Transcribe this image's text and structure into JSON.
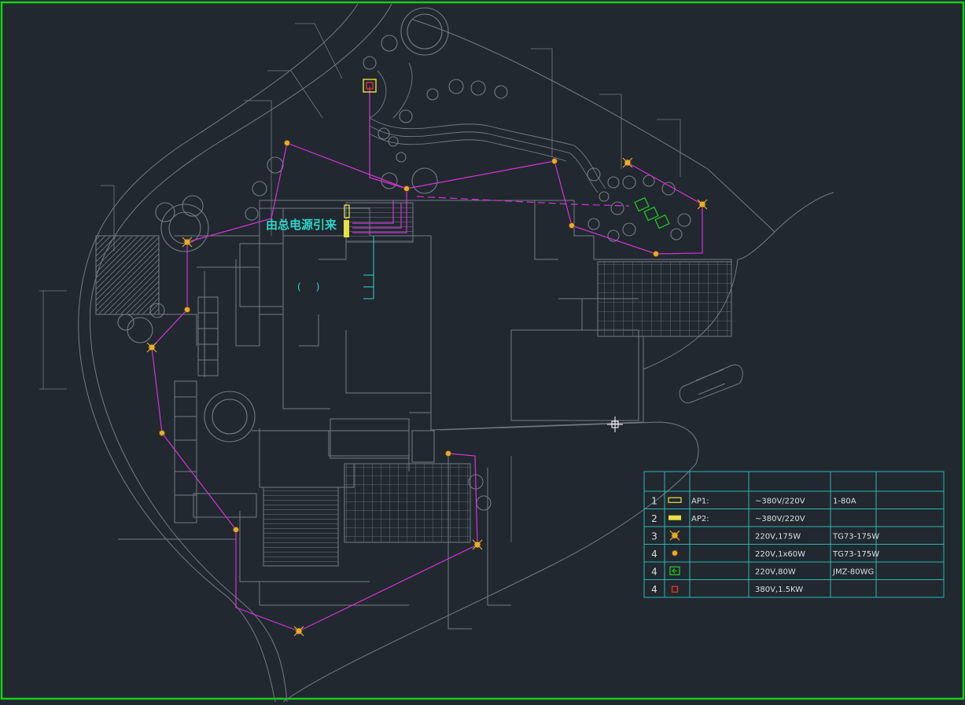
{
  "viewport": {
    "frame_color": "#16d016",
    "background": "#212830"
  },
  "colors": {
    "base": "#737b86",
    "faint": "#4e5660",
    "wiring": "#d633d6",
    "panel": "#e8e040",
    "table": "#2ab8b0",
    "note": "#2ed6c8",
    "lamp": "#e0b030",
    "exit_sign": "#20d020",
    "motor": "#d83820"
  },
  "annotation": {
    "source_note": "由总电源引来",
    "bracket_note": "(     )"
  },
  "legend": {
    "rows": [
      {
        "no": "1",
        "symbol": "panel-ap1-icon",
        "name": "AP1:",
        "spec": "~380V/220V",
        "model": "1-80A"
      },
      {
        "no": "2",
        "symbol": "panel-ap2-icon",
        "name": "AP2:",
        "spec": "~380V/220V",
        "model": ""
      },
      {
        "no": "3",
        "symbol": "floodlight-icon",
        "name": "",
        "spec": "220V,175W",
        "model": "TG73-175W"
      },
      {
        "no": "4",
        "symbol": "garden-lamp-icon",
        "name": "",
        "spec": "220V,1x60W",
        "model": "TG73-175W"
      },
      {
        "no": "4",
        "symbol": "exit-sign-icon",
        "name": "",
        "spec": "220V,80W",
        "model": "JMZ-80WG"
      },
      {
        "no": "4",
        "symbol": "pump-motor-icon",
        "name": "",
        "spec": "380V,1.5KW",
        "model": ""
      }
    ]
  }
}
